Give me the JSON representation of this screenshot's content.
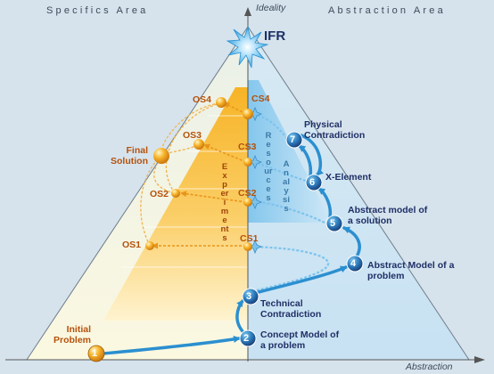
{
  "areas": {
    "specifics": "Specifics Area",
    "abstraction": "Abstraction Area"
  },
  "axes": {
    "ideality": "Ideality",
    "abstraction": "Abstraction"
  },
  "apex": {
    "label": "IFR"
  },
  "steps": [
    {
      "number": "1",
      "label": "Initial Problem"
    },
    {
      "number": "2",
      "label": "Concept Model of a problem"
    },
    {
      "number": "3",
      "label": "Technical Contradiction"
    },
    {
      "number": "4",
      "label": "Abstract Model of a problem"
    },
    {
      "number": "5",
      "label": "Abstract model of a solution"
    },
    {
      "number": "6",
      "label": "X-Element"
    },
    {
      "number": "7",
      "label": "Physical Contradiction"
    }
  ],
  "concept_solutions": [
    "CS1",
    "CS2",
    "CS3",
    "CS4"
  ],
  "optional_solutions": [
    "OS1",
    "OS2",
    "OS3",
    "OS4"
  ],
  "final_solution": "Final Solution",
  "vertical_labels": {
    "experiments": "Experiments",
    "resources": "Resources",
    "analysis": "Analysis"
  },
  "colors": {
    "background": "#d6e3ed",
    "left_area": "#f6f3d6",
    "right_area": "#cfe6f6",
    "orange": "#f5a21a",
    "navy": "#1f2f66",
    "blue": "#3aa2db"
  }
}
